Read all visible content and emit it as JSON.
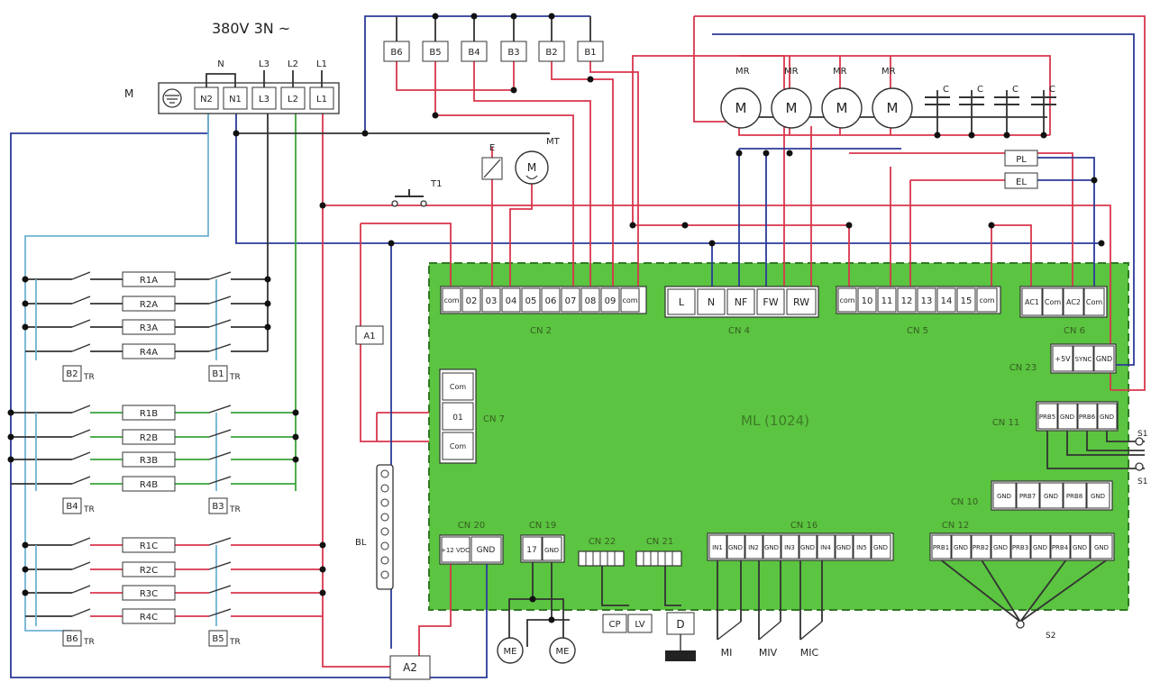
{
  "supply": {
    "label": "380V 3N ~",
    "motor_label": "M",
    "n_label": "N",
    "top_labels": [
      "L3",
      "L2",
      "L1"
    ],
    "terminals": [
      "N2",
      "N1",
      "L3",
      "L2",
      "L1"
    ]
  },
  "top_boxes": [
    "B6",
    "B5",
    "B4",
    "B3",
    "B2",
    "B1"
  ],
  "mr_motors": [
    "MR",
    "MR",
    "MR",
    "MR"
  ],
  "capacitors": [
    "C",
    "C",
    "C",
    "C"
  ],
  "pl": "PL",
  "el": "EL",
  "e_label": "E",
  "mt_label": "MT",
  "motor_glyph": "M",
  "t1_label": "T1",
  "a1_label": "A1",
  "a2_label": "A2",
  "bl_label": "BL",
  "relays": {
    "groupA": [
      "R1A",
      "R2A",
      "R3A",
      "R4A"
    ],
    "groupB": [
      "R1B",
      "R2B",
      "R3B",
      "R4B"
    ],
    "groupC": [
      "R1C",
      "R2C",
      "R3C",
      "R4C"
    ]
  },
  "tr_labels": [
    {
      "box": "B2",
      "tr": "TR"
    },
    {
      "box": "B1",
      "tr": "TR"
    },
    {
      "box": "B4",
      "tr": "TR"
    },
    {
      "box": "B3",
      "tr": "TR"
    },
    {
      "box": "B6",
      "tr": "TR"
    },
    {
      "box": "B5",
      "tr": "TR"
    }
  ],
  "board": {
    "title": "ML (1024)",
    "cn2": {
      "label": "CN 2",
      "pins": [
        "com",
        "02",
        "03",
        "04",
        "05",
        "06",
        "07",
        "08",
        "09",
        "com"
      ]
    },
    "cn4": {
      "label": "CN 4",
      "pins": [
        "L",
        "N",
        "NF",
        "FW",
        "RW"
      ]
    },
    "cn5": {
      "label": "CN 5",
      "pins": [
        "com",
        "10",
        "11",
        "12",
        "13",
        "14",
        "15",
        "com"
      ]
    },
    "cn6": {
      "label": "CN 6",
      "pins": [
        "AC1",
        "Com",
        "AC2",
        "Com"
      ]
    },
    "cn23": {
      "label": "CN 23",
      "pins": [
        "+5V",
        "SYNC",
        "GND"
      ]
    },
    "cn11": {
      "label": "CN 11",
      "pins": [
        "PRB5",
        "GND",
        "PRB6",
        "GND"
      ]
    },
    "cn10": {
      "label": "CN 10",
      "pins": [
        "GND",
        "PRB7",
        "GND",
        "PRB8",
        "GND"
      ]
    },
    "cn12": {
      "label": "CN 12",
      "pins": [
        "PRB1",
        "GND",
        "PRB2",
        "GND",
        "PRB3",
        "GND",
        "PRB4",
        "GND",
        "GND"
      ]
    },
    "cn16": {
      "label": "CN 16",
      "pins": [
        "IN1",
        "GND",
        "IN2",
        "GND",
        "IN3",
        "GND",
        "IN4",
        "GND",
        "IN5",
        "GND"
      ]
    },
    "cn19": {
      "label": "CN 19",
      "pins": [
        "17",
        "GND"
      ]
    },
    "cn20": {
      "label": "CN 20",
      "pins": [
        "+12 VDC",
        "GND"
      ]
    },
    "cn22": {
      "label": "CN 22"
    },
    "cn21": {
      "label": "CN 21"
    },
    "cn7": {
      "label": "CN 7",
      "pins": [
        "Com",
        "01",
        "Com"
      ]
    }
  },
  "bottom": {
    "me": [
      "ME",
      "ME"
    ],
    "cp": "CP",
    "lv": "LV",
    "d": "D",
    "switches": [
      "MI",
      "MIV",
      "MIC"
    ],
    "s2": "S2",
    "s1": [
      "S1",
      "S1"
    ]
  }
}
